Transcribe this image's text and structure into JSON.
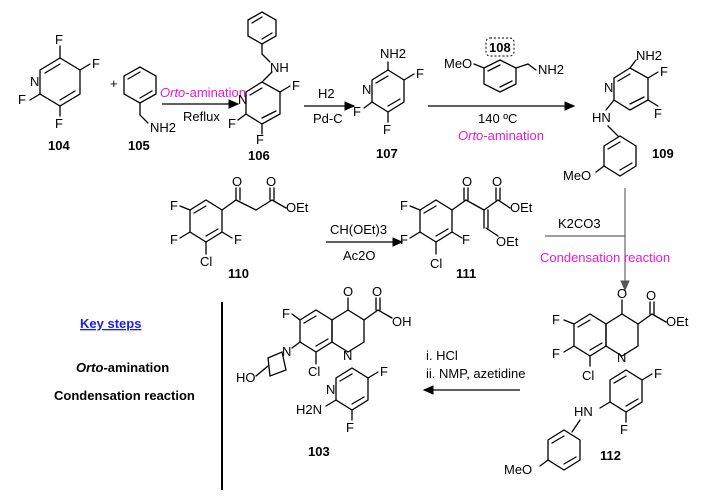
{
  "compounds": {
    "c104": "104",
    "c105": "105",
    "c106": "106",
    "c107": "107",
    "c108": "108",
    "c109": "109",
    "c110": "110",
    "c111": "111",
    "c112": "112",
    "c103": "103"
  },
  "atoms": {
    "F": "F",
    "N": "N",
    "NH": "NH",
    "NH2": "NH2",
    "H2N": "H2N",
    "HN": "HN",
    "O": "O",
    "OH": "OH",
    "OEt": "OEt",
    "Cl": "Cl",
    "MeO": "MeO",
    "HO": "HO",
    "plus": "+"
  },
  "conditions": {
    "step1_top": "-amination",
    "step1_top_italic": "Orto",
    "step1_bottom": "Reflux",
    "step2_top": "H2",
    "step2_bottom": "Pd-C",
    "step3_temp": "140 ºC",
    "step3_name_italic": "Orto",
    "step3_name": "-amination",
    "step4_top": "CH(OEt)3",
    "step4_bottom": "Ac2O",
    "step5_reagent": "K2CO3",
    "step5_name": "Condensation reaction",
    "step6_line1": "i. HCl",
    "step6_line2": "ii. NMP, azetidine"
  },
  "key_steps": {
    "title": "Key steps",
    "item1_italic": "Orto",
    "item1_rest": "-amination",
    "item2": "Condensation reaction"
  },
  "colors": {
    "accent_magenta": "#e61ad2",
    "link_blue": "#1a1aff",
    "arrow_gray": "#666666"
  }
}
